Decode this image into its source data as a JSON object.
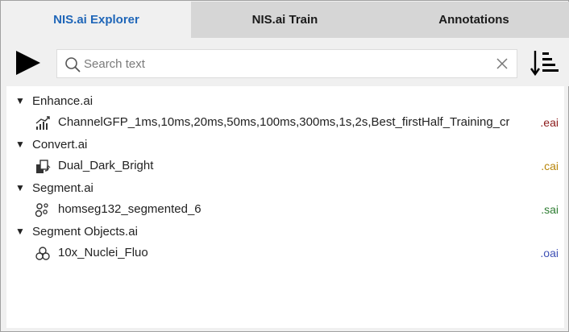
{
  "tabs": [
    {
      "label": "NIS.ai Explorer",
      "active": true
    },
    {
      "label": "NIS.ai Train",
      "active": false
    },
    {
      "label": "Annotations",
      "active": false
    }
  ],
  "toolbar": {
    "run_icon": "play-icon",
    "search": {
      "placeholder": "Search text",
      "value": "",
      "icon": "search-icon",
      "clear_icon": "close-icon"
    },
    "sort_icon": "sort-descending-icon"
  },
  "tree": {
    "groups": [
      {
        "label": "Enhance.ai",
        "expanded": true,
        "items": [
          {
            "name": "ChannelGFP_1ms,10ms,20ms,50ms,100ms,300ms,1s,2s,Best_firstHalf_Training_cr...",
            "ext": ".eai",
            "ext_color": "#8b1a1a",
            "icon": "enhance-icon"
          }
        ]
      },
      {
        "label": "Convert.ai",
        "expanded": true,
        "items": [
          {
            "name": "Dual_Dark_Bright",
            "ext": ".cai",
            "ext_color": "#b8860b",
            "icon": "convert-icon"
          }
        ]
      },
      {
        "label": "Segment.ai",
        "expanded": true,
        "items": [
          {
            "name": "homseg132_segmented_6",
            "ext": ".sai",
            "ext_color": "#2e7d32",
            "icon": "segment-icon"
          }
        ]
      },
      {
        "label": "Segment Objects.ai",
        "expanded": true,
        "items": [
          {
            "name": "10x_Nuclei_Fluo",
            "ext": ".oai",
            "ext_color": "#3f51b5",
            "icon": "segment-objects-icon"
          }
        ]
      }
    ]
  },
  "colors": {
    "active_tab_text": "#1f66b8",
    "tab_bar": "#d6d6d6"
  }
}
